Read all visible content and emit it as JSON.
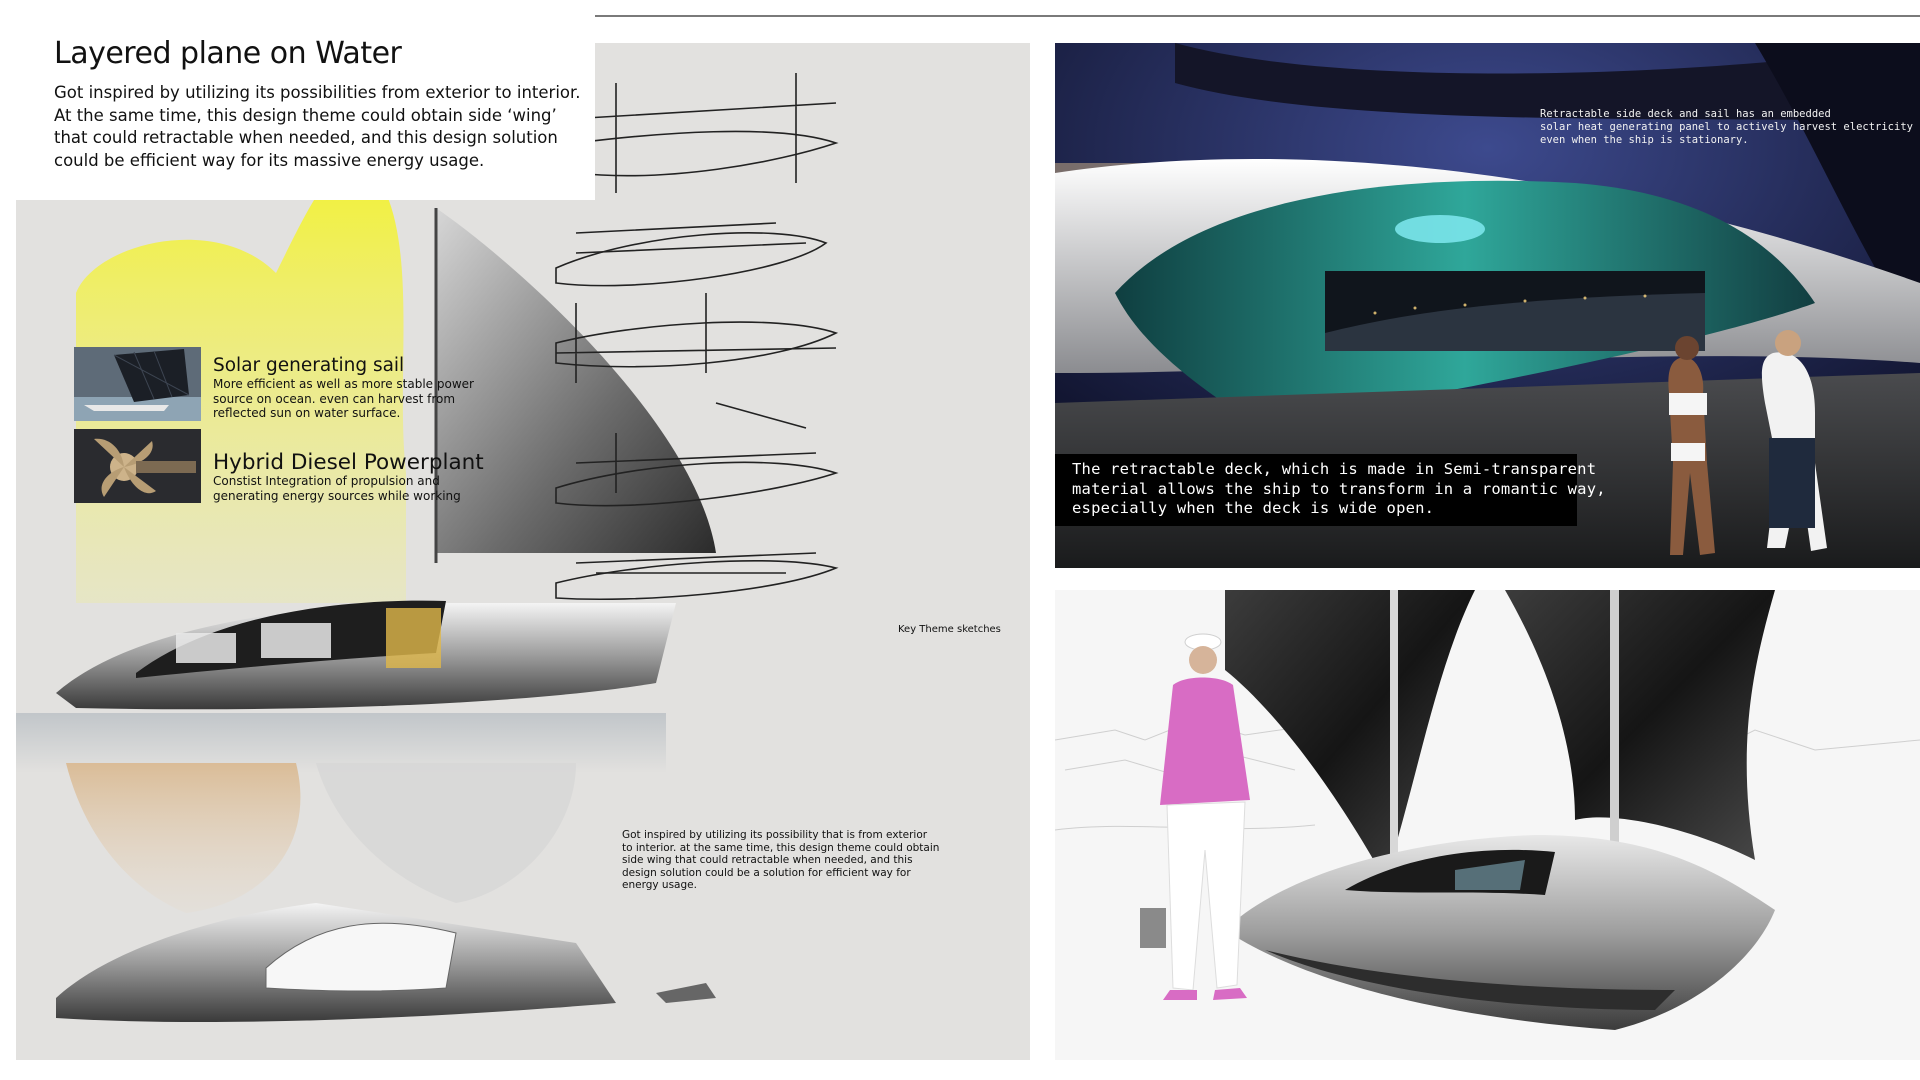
{
  "header": {
    "title": "Layered plane on Water",
    "intro_lines": [
      "Got inspired by utilizing its possibilities from exterior to interior.",
      "At the same time, this design theme could obtain side ‘wing’",
      "that could retractable when needed, and this design solution",
      "could be efficient way for its massive energy usage."
    ]
  },
  "features": [
    {
      "title": "Solar generating sail",
      "desc_lines": [
        "More efficient as well as more stable power",
        "source on ocean. even can harvest from",
        "reflected sun on water surface."
      ],
      "icon": "solar-sail-photo"
    },
    {
      "title": "Hybrid Diesel Powerplant",
      "desc_lines": [
        "Constist Integration of propulsion and",
        "generating energy sources while working"
      ],
      "icon": "propeller-photo"
    }
  ],
  "sketches": {
    "caption": "Key Theme sketches"
  },
  "lower_description": {
    "lines": [
      "Got inspired by utilizing its possibility that is from exterior",
      "to interior. at the same time, this design theme could obtain",
      "side wing that could retractable when needed, and this",
      "design solution could be a solution for efficient way for",
      "energy usage."
    ]
  },
  "render_top": {
    "note_lines": [
      "Retractable side deck and sail has an embedded",
      "solar heat generating panel to actively harvest electricity",
      "even when the ship is stationary."
    ],
    "box_lines": [
      "The retractable deck, which is made in Semi-transparent",
      "material allows the ship to transform in a romantic way,",
      "especially when the deck is wide open."
    ]
  },
  "colors": {
    "sail_yellow": "#f2f23a",
    "panel_gray": "#e2e1df",
    "night_blue": "#1c2150",
    "teal_glow": "#2fa79a",
    "jacket_pink": "#d86cc4"
  }
}
